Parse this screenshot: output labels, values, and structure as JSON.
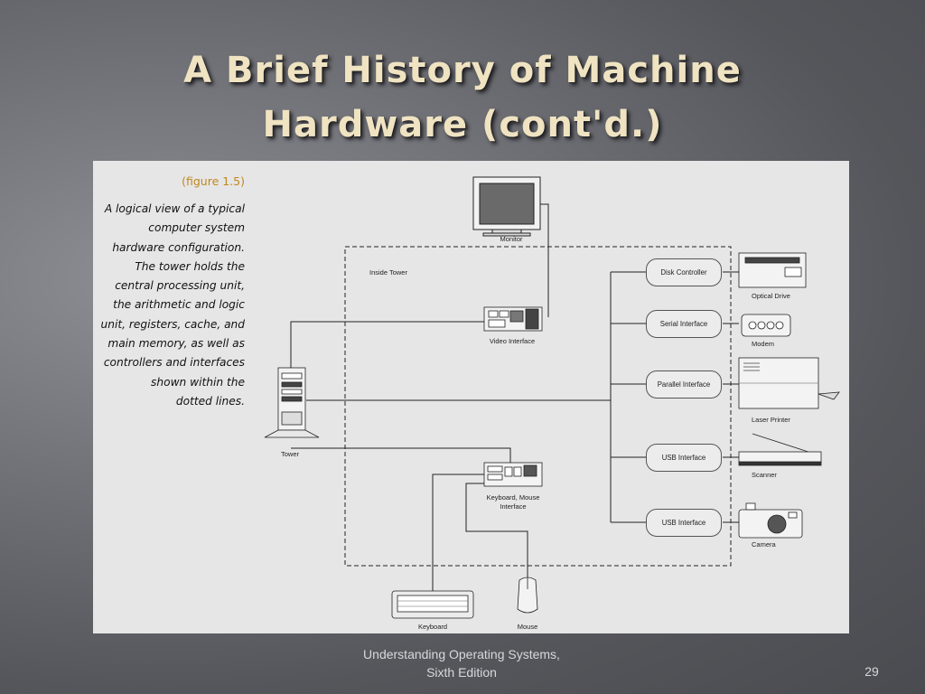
{
  "slide": {
    "title_line1": "A Brief History of Machine",
    "title_line2": "Hardware (cont'd.)",
    "footer_line1": "Understanding Operating Systems,",
    "footer_line2": "Sixth Edition",
    "page_number": "29"
  },
  "figure": {
    "label": "(figure 1.5)",
    "caption_lines": [
      "A logical view of a typical",
      "computer system",
      "hardware configuration.",
      "The tower holds the",
      "central processing unit,",
      "the arithmetic and logic",
      "unit, registers, cache, and",
      "main memory, as well as",
      "controllers and interfaces",
      "shown within the",
      "dotted lines."
    ],
    "diagram": {
      "inside_tower_label": "Inside Tower",
      "devices": {
        "monitor": "Monitor",
        "tower": "Tower",
        "video_interface": "Video Interface",
        "keyboard_mouse_interface_line1": "Keyboard, Mouse",
        "keyboard_mouse_interface_line2": "Interface",
        "keyboard": "Keyboard",
        "mouse": "Mouse",
        "optical_drive": "Optical Drive",
        "modem": "Modem",
        "laser_printer": "Laser Printer",
        "scanner": "Scanner",
        "camera": "Camera"
      },
      "interfaces": {
        "disk_controller": "Disk Controller",
        "serial_interface": "Serial Interface",
        "parallel_interface": "Parallel Interface",
        "usb_interface_1": "USB Interface",
        "usb_interface_2": "USB Interface"
      }
    }
  },
  "colors": {
    "title_text": "#efe3c2",
    "figure_label": "#c0871e",
    "figure_background": "#e6e6e6"
  }
}
